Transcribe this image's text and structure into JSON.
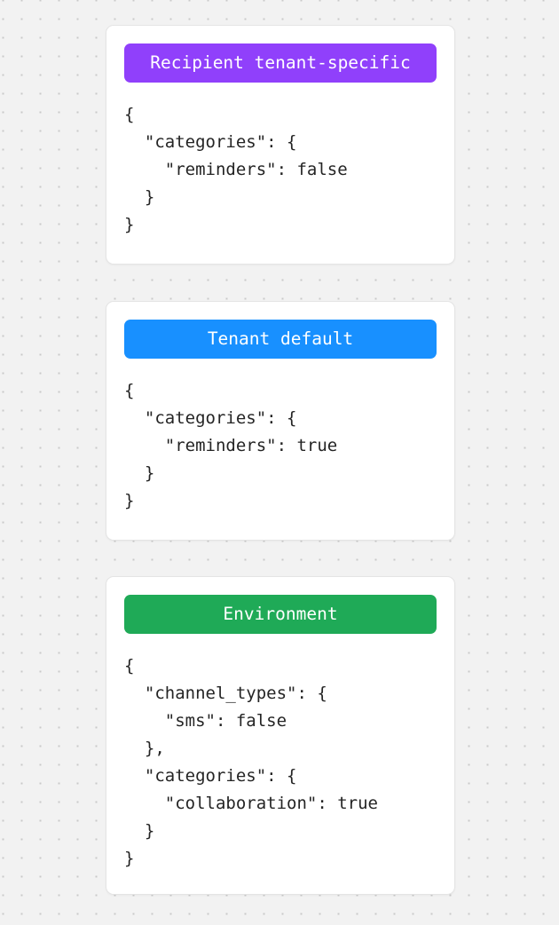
{
  "page": {
    "background_color": "#f2f2f2",
    "dot_color": "#c9c9c9",
    "card_background": "#ffffff",
    "card_border_color": "#e4e4e4",
    "code_text_color": "#242424"
  },
  "cards": [
    {
      "badge_label": "Recipient tenant-specific",
      "badge_color": "#9040fb",
      "code": "{\n  \"categories\": {\n    \"reminders\": false\n  }\n}"
    },
    {
      "badge_label": "Tenant default",
      "badge_color": "#1890ff",
      "code": "{\n  \"categories\": {\n    \"reminders\": true\n  }\n}"
    },
    {
      "badge_label": "Environment",
      "badge_color": "#1faa57",
      "code": "{\n  \"channel_types\": {\n    \"sms\": false\n  },\n  \"categories\": {\n    \"collaboration\": true\n  }\n}"
    }
  ]
}
